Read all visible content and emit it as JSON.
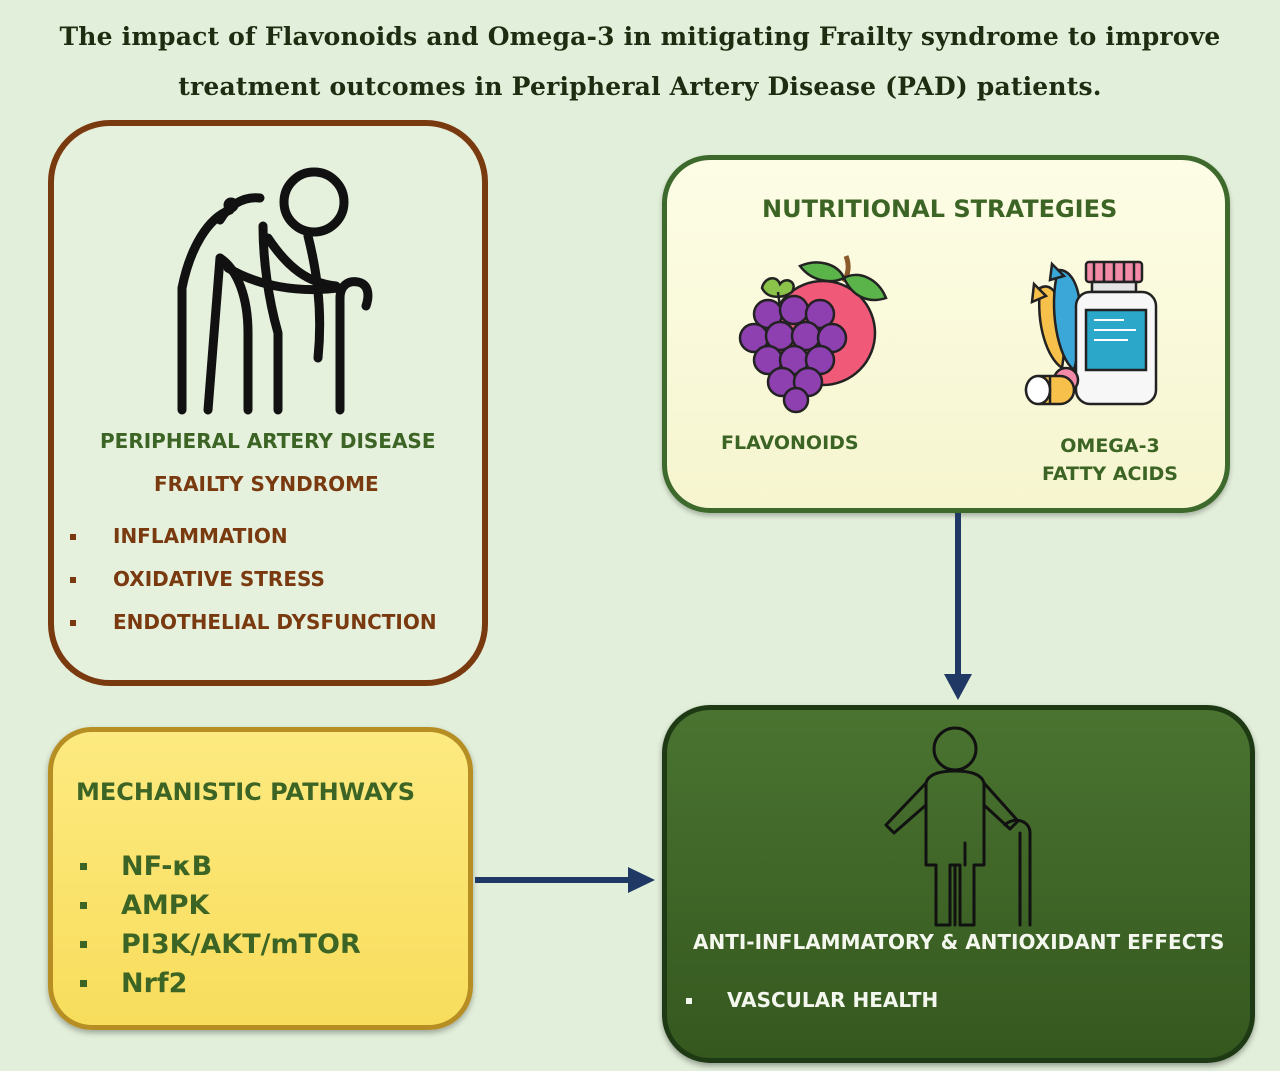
{
  "title": {
    "line1": "The impact of Flavonoids and Omega-3 in mitigating Frailty syndrome to improve",
    "line2": "treatment outcomes in Peripheral Artery Disease (PAD) patients."
  },
  "pad_box": {
    "heading": "PERIPHERAL ARTERY DISEASE",
    "subheading": "FRAILTY SYNDROME",
    "items": [
      "INFLAMMATION",
      "OXIDATIVE STRESS",
      "ENDOTHELIAL DYSFUNCTION"
    ],
    "icon": "frail-elderly-person-icon"
  },
  "nutrition_box": {
    "heading": "NUTRITIONAL STRATEGIES",
    "flavonoids_label": "FLAVONOIDS",
    "omega_label_line1": "OMEGA-3",
    "omega_label_line2": "FATTY ACIDS",
    "icons": [
      "grapes-berry-icon",
      "fish-supplement-icon"
    ]
  },
  "mechanism_box": {
    "heading": "MECHANISTIC PATHWAYS",
    "items": [
      "NF-κB",
      "AMPK",
      "PI3K/AKT/mTOR",
      "Nrf2"
    ]
  },
  "effects_box": {
    "heading": "ANTI-INFLAMMATORY & ANTIOXIDANT EFFECTS",
    "items": [
      "VASCULAR HEALTH"
    ],
    "icon": "healthy-elderly-person-icon"
  },
  "colors": {
    "background": "#e2efda",
    "dark_green": "#3c6424",
    "brown": "#7a3a10",
    "yellow": "#f8dd5c",
    "arrow_navy": "#1f3864"
  }
}
